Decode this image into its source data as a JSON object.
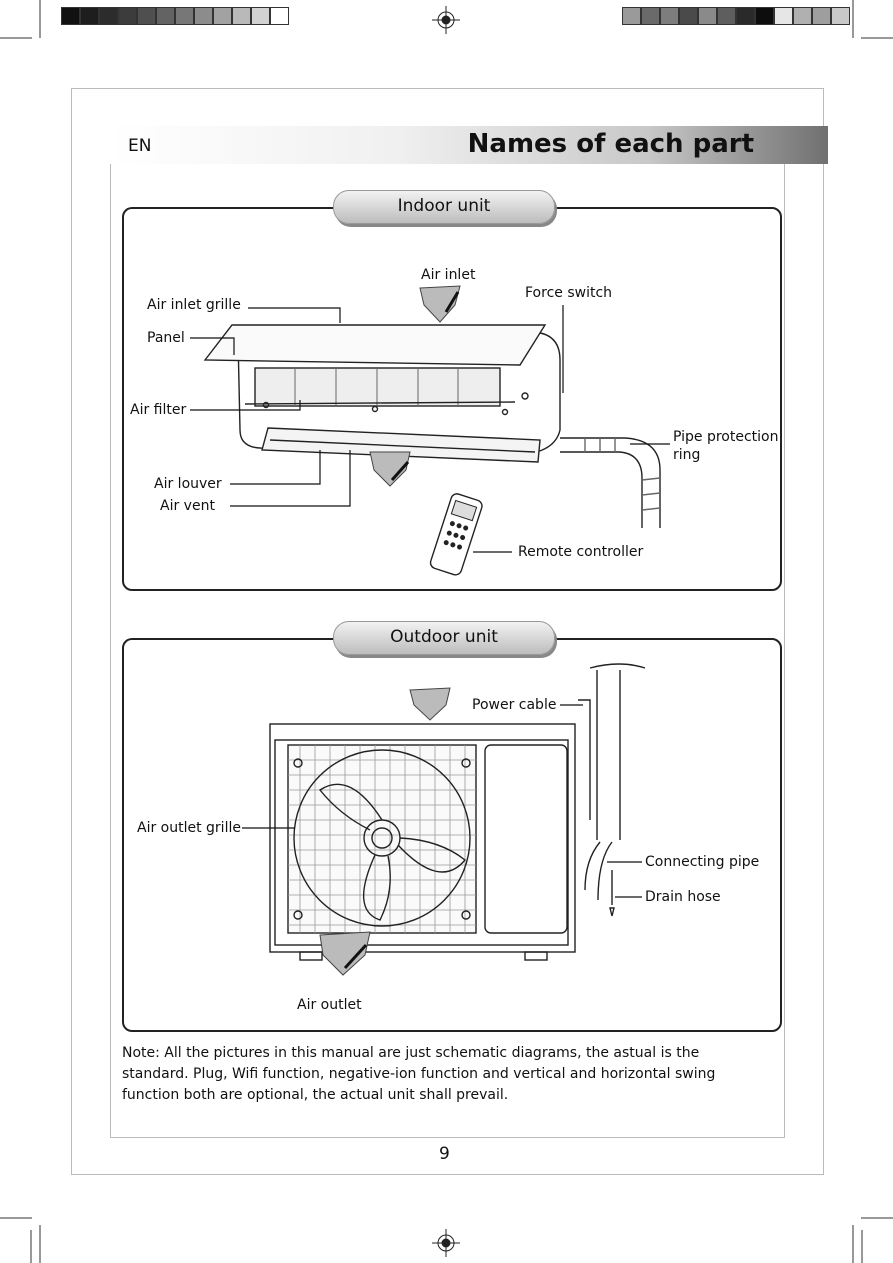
{
  "header": {
    "lang": "EN",
    "title": "Names of each part"
  },
  "indoor": {
    "heading": "Indoor unit",
    "labels": {
      "air_inlet": "Air inlet",
      "force_switch": "Force switch",
      "air_inlet_grille": "Air inlet grille",
      "panel": "Panel",
      "air_filter": "Air filter",
      "pipe_protection_ring_1": "Pipe protection",
      "pipe_protection_ring_2": "ring",
      "air_louver": "Air louver",
      "air_vent": "Air vent",
      "remote_controller": "Remote controller"
    }
  },
  "outdoor": {
    "heading": "Outdoor unit",
    "labels": {
      "power_cable": "Power cable",
      "air_outlet_grille": "Air outlet grille",
      "connecting_pipe": "Connecting pipe",
      "drain_hose": "Drain hose",
      "air_outlet": "Air outlet"
    }
  },
  "note": "Note: All the pictures in this manual are just schematic diagrams, the astual is the standard. Plug, Wifi function, negative-ion function and vertical and horizontal swing function both are optional, the actual unit shall prevail.",
  "page_number": "9",
  "colors": {
    "left_bar": [
      "#111111",
      "#1e1e1e",
      "#2c2c2c",
      "#3c3c3c",
      "#4f4f4f",
      "#636363",
      "#777777",
      "#8c8c8c",
      "#a2a2a2",
      "#b9b9b9",
      "#d2d2d2",
      "#ffffff"
    ],
    "right_bar": [
      "#9a9a9a",
      "#6a6a6a",
      "#7d7d7d",
      "#4a4a4a",
      "#8a8a8a",
      "#5e5e5e",
      "#2a2a2a",
      "#0d0d0d",
      "#e6e6e6",
      "#b0b0b0",
      "#9e9e9e",
      "#c8c8c8"
    ]
  }
}
